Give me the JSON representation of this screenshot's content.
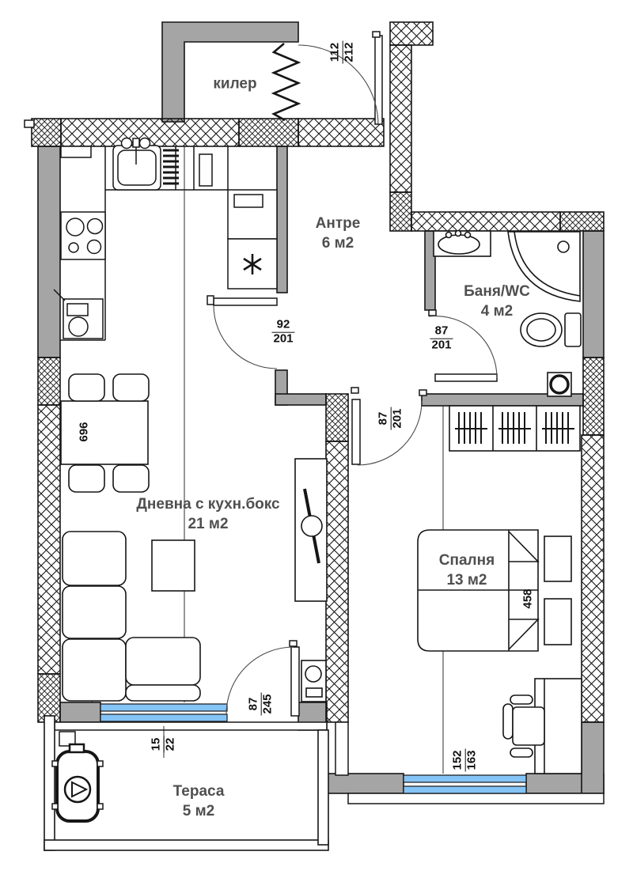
{
  "plan": {
    "rooms": {
      "kiler": {
        "name": "килер"
      },
      "antre": {
        "name": "Антре",
        "area": "6 м2"
      },
      "bath": {
        "name": "Баня/WC",
        "area": "4 м2"
      },
      "living": {
        "name": "Дневна с кухн.бокс",
        "area": "21 м2"
      },
      "bedroom": {
        "name": "Спалня",
        "area": "13 м2"
      },
      "terrace": {
        "name": "Тераса",
        "area": "5 м2"
      }
    },
    "dimensions": {
      "entry_door": {
        "w": "112",
        "h": "212"
      },
      "living_door": {
        "w": "92",
        "h": "201"
      },
      "bath_door": {
        "w": "87",
        "h": "201"
      },
      "bedroom_door": {
        "w": "87",
        "h": "201"
      },
      "terrace_door": {
        "w": "87",
        "h": "245"
      },
      "terrace_step": {
        "w": "15",
        "h": "22"
      },
      "bedroom_window": {
        "w": "152",
        "h": "163"
      },
      "living_length": "696",
      "bedroom_length": "458"
    },
    "colors": {
      "wall_gray": "#a5a5a5",
      "window_blue": "#85c4f7",
      "line_black": "#161616",
      "label_gray": "#4f4f4f"
    }
  }
}
